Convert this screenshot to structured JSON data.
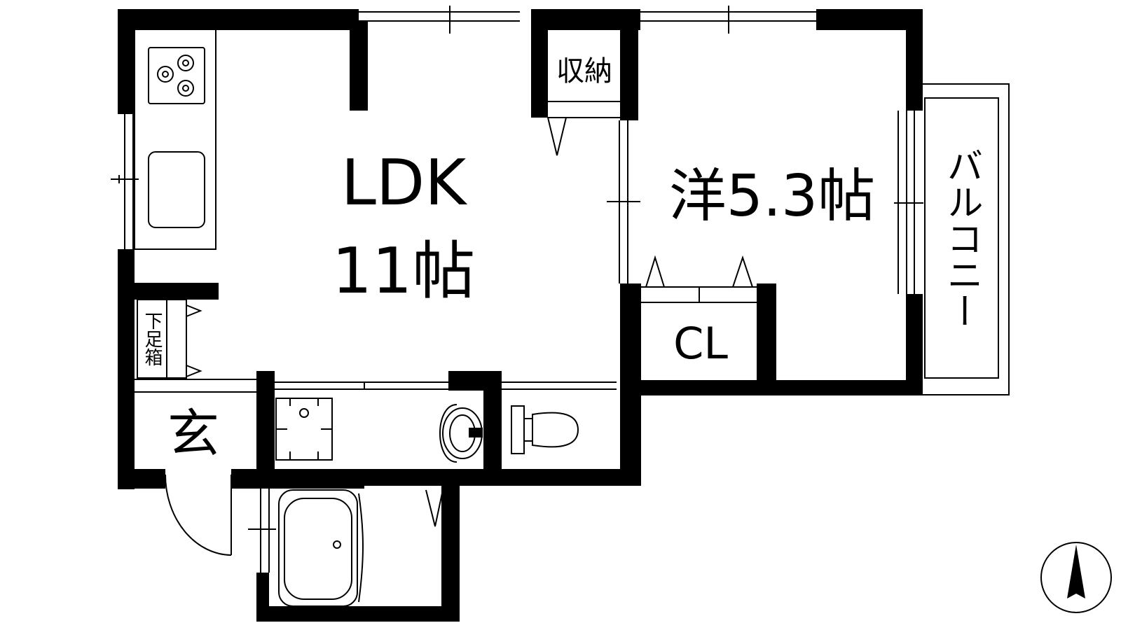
{
  "rooms": {
    "ldk": {
      "name": "LDK",
      "size": "11帖"
    },
    "western": {
      "name": "洋5.3帖"
    },
    "storage": {
      "name": "収納"
    },
    "closet": {
      "name": "CL"
    },
    "balcony": {
      "name": "バルコニー"
    },
    "entrance": {
      "name": "玄"
    },
    "shoe_box": {
      "name": "下足箱"
    }
  },
  "compass": {
    "icon": "north-arrow-icon"
  },
  "colors": {
    "wall": "#000000",
    "fixture": "#000000",
    "background": "#ffffff"
  }
}
